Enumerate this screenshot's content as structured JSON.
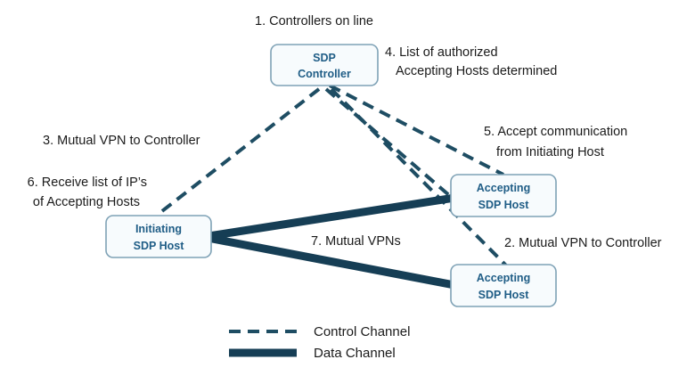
{
  "nodes": {
    "controller": {
      "line1": "SDP",
      "line2": "Controller"
    },
    "initiating": {
      "line1": "Initiating",
      "line2": "SDP Host"
    },
    "accepting_top": {
      "line1": "Accepting",
      "line2": "SDP Host"
    },
    "accepting_bottom": {
      "line1": "Accepting",
      "line2": "SDP Host"
    }
  },
  "steps": {
    "step1": "1. Controllers on line",
    "step2": "2. Mutual VPN to Controller",
    "step3": "3. Mutual VPN to Controller",
    "step4_line1": "4. List of authorized",
    "step4_line2": "Accepting Hosts determined",
    "step5_line1": "5. Accept communication",
    "step5_line2": "from Initiating Host",
    "step6_line1": "6. Receive list of IP’s",
    "step6_line2": "of Accepting Hosts",
    "step7": "7. Mutual VPNs"
  },
  "legend": {
    "control": "Control Channel",
    "data": "Data Channel"
  },
  "colors": {
    "channel": "#163e55",
    "node_border": "#7fa2b6",
    "node_text": "#1f5d86"
  }
}
